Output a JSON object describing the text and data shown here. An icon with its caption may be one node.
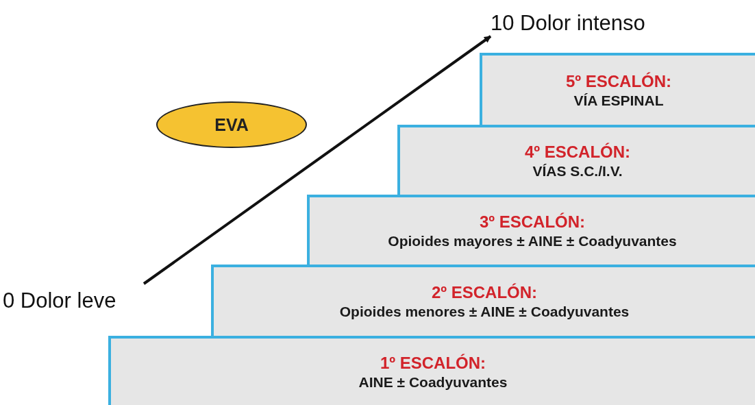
{
  "diagram": {
    "nodes": [
      {
        "text": [
          "10 Dolor intenso"
        ]
      },
      {
        "text": [
          "5º ESCALÓN:",
          "VÍA ESPINAL"
        ]
      },
      {
        "text": [
          "EVA"
        ]
      },
      {
        "text": [
          "4º ESCALÓN:",
          "VÍAS S.C./I.V."
        ]
      },
      {
        "text": [
          "3º ESCALÓN:",
          "Opioides mayores ± AINE ± Coadyuvantes"
        ]
      },
      {
        "text": [
          "0 Dolor leve"
        ]
      },
      {
        "text": [
          "2º ESCALÓN:",
          "Opioides menores ± AINE ± Coadyuvantes"
        ]
      },
      {
        "text": [
          "1º ESCALÓN:",
          "AINE ± Coadyuvantes"
        ]
      }
    ],
    "edges": [
      {
        "from": 5,
        "to": 0,
        "arrow": "to"
      }
    ]
  }
}
